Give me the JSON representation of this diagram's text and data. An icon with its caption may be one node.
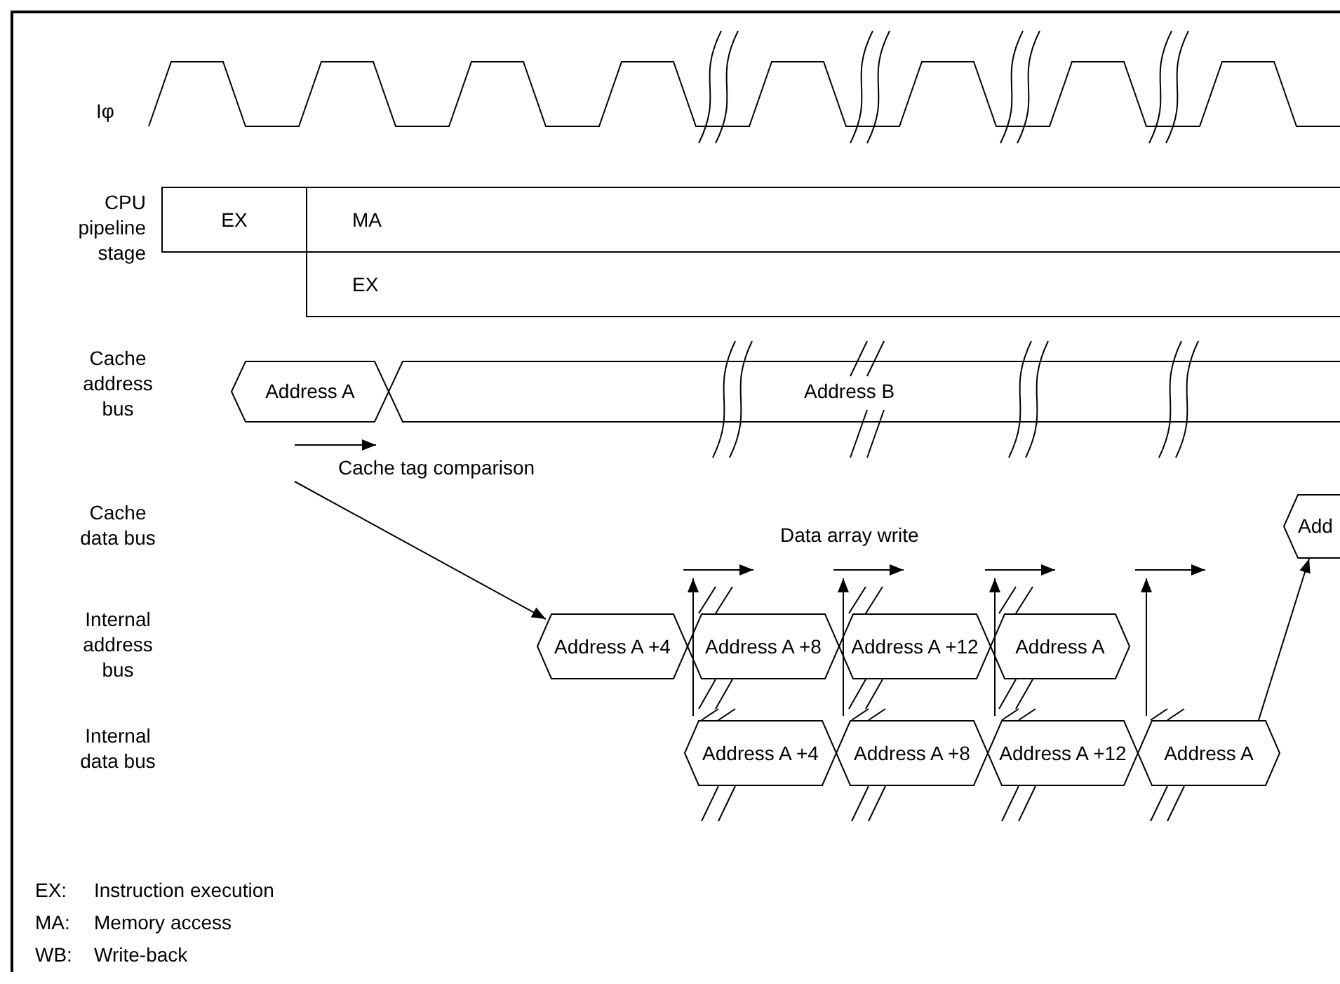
{
  "diagram": {
    "nodes": [
      {
        "text": [
          "EX"
        ]
      },
      {
        "text": [
          "MA"
        ]
      },
      {
        "text": [
          "EX"
        ]
      },
      {
        "text": [
          "Address A"
        ]
      },
      {
        "text": [
          "Address B"
        ]
      },
      {
        "text": [
          "Add"
        ]
      },
      {
        "text": [
          "Address A +4"
        ]
      },
      {
        "text": [
          "Address A +8"
        ]
      },
      {
        "text": [
          "Address A +12"
        ]
      },
      {
        "text": [
          "Address A"
        ]
      },
      {
        "text": [
          "Address A +4"
        ]
      },
      {
        "text": [
          "Address A +8"
        ]
      },
      {
        "text": [
          "Address A +12"
        ]
      },
      {
        "text": [
          "Address A"
        ]
      }
    ],
    "edges": [
      {
        "from": null,
        "to": 6,
        "arrow": "to"
      },
      {
        "from": 13,
        "to": 5,
        "arrow": "to"
      }
    ],
    "labels": [
      "Iφ",
      "CPU pipeline stage",
      "Cache address bus",
      "Cache tag comparison",
      "Cache data bus",
      "Data array write",
      "Internal address bus",
      "Internal data bus",
      "EX:",
      "Instruction execution",
      "MA:",
      "Memory access",
      "WB:",
      "Write-back"
    ]
  }
}
